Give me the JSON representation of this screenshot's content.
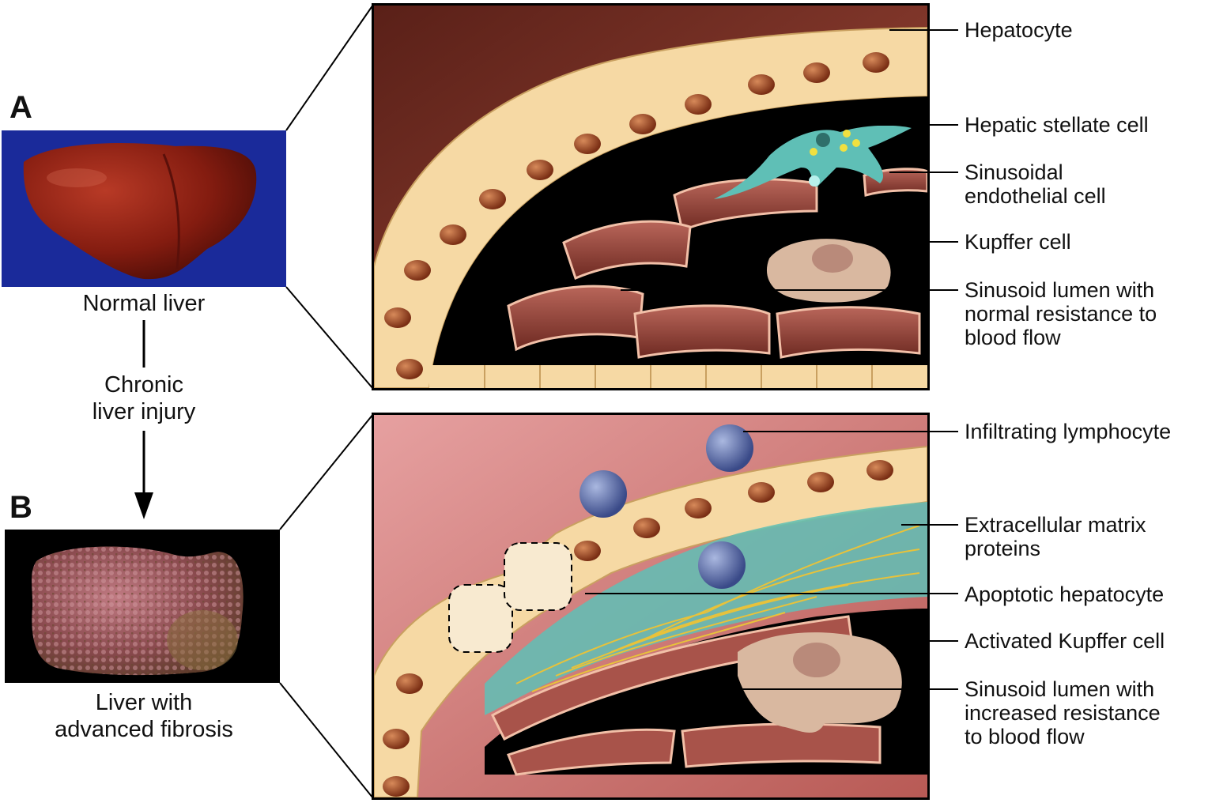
{
  "panel_a": {
    "letter": "A",
    "photo_caption": "Normal liver",
    "photo_colors": {
      "background": "#1a2a9a",
      "organ": "#8a1e12"
    },
    "labels": [
      [
        "Hepatocyte"
      ],
      [
        "Hepatic stellate cell"
      ],
      [
        "Sinusoidal",
        "endothelial cell"
      ],
      [
        "Kupffer cell"
      ],
      [
        "Sinusoid lumen with",
        "normal resistance to",
        "blood flow"
      ]
    ]
  },
  "transition": {
    "lines": [
      "Chronic",
      "liver injury"
    ]
  },
  "panel_b": {
    "letter": "B",
    "photo_caption_lines": [
      "Liver with",
      "advanced fibrosis"
    ],
    "photo_colors": {
      "background": "#000000",
      "organ": "#9a5a5a"
    },
    "labels": [
      [
        "Infiltrating lymphocyte"
      ],
      [
        "Extracellular matrix",
        "proteins"
      ],
      [
        "Apoptotic hepatocyte"
      ],
      [
        "Activated Kupffer cell"
      ],
      [
        "Sinusoid lumen with",
        "increased resistance",
        "to blood flow"
      ]
    ]
  },
  "colors": {
    "hepatocyte": "#f6d9a4",
    "nucleus": "#9a4a2a",
    "endothelial": "#a8534a",
    "stellate": "#5fbfb6",
    "lymphocyte": "#5d6fa8",
    "kupffer": "#d9b8a0",
    "matrix": "#e8c23a",
    "lumen": "#000000"
  }
}
